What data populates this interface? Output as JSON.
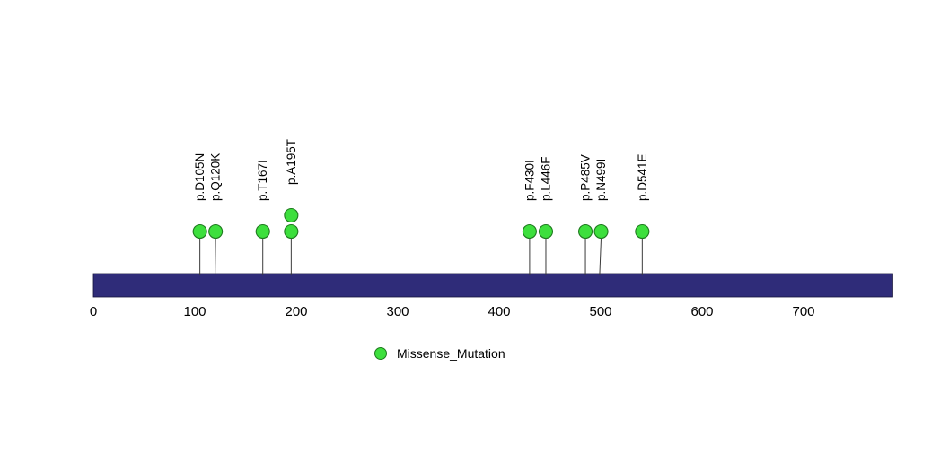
{
  "chart_data": {
    "type": "lollipop",
    "title": "",
    "xlabel": "",
    "ylabel": "",
    "xlim": [
      0,
      788
    ],
    "x_ticks": [
      0,
      100,
      200,
      300,
      400,
      500,
      600,
      700
    ],
    "grid": false,
    "legend_position": "bottom",
    "protein_bar": {
      "start": 0,
      "end": 788
    },
    "mutations": [
      {
        "label": "p.D105N",
        "pos": 105,
        "count": 1,
        "type": "Missense_Mutation"
      },
      {
        "label": "p.Q120K",
        "pos": 120,
        "count": 1,
        "type": "Missense_Mutation"
      },
      {
        "label": "p.T167I",
        "pos": 167,
        "count": 1,
        "type": "Missense_Mutation"
      },
      {
        "label": "p.A195T",
        "pos": 195,
        "count": 2,
        "type": "Missense_Mutation"
      },
      {
        "label": "p.F430I",
        "pos": 430,
        "count": 1,
        "type": "Missense_Mutation"
      },
      {
        "label": "p.L446F",
        "pos": 446,
        "count": 1,
        "type": "Missense_Mutation"
      },
      {
        "label": "p.P485V",
        "pos": 485,
        "count": 1,
        "type": "Missense_Mutation"
      },
      {
        "label": "p.N499I",
        "pos": 499,
        "count": 1,
        "type": "Missense_Mutation"
      },
      {
        "label": "p.D541E",
        "pos": 541,
        "count": 1,
        "type": "Missense_Mutation"
      }
    ],
    "legend": [
      {
        "label": "Missense_Mutation",
        "color": "#3ddf3d"
      }
    ],
    "colors": {
      "bar": "#2f2c79",
      "bar_border": "#15133a",
      "mutation_fill": "#3ddf3d",
      "mutation_stroke": "#1f7a1f",
      "stem": "#3a3a3a",
      "text": "#000000"
    }
  }
}
